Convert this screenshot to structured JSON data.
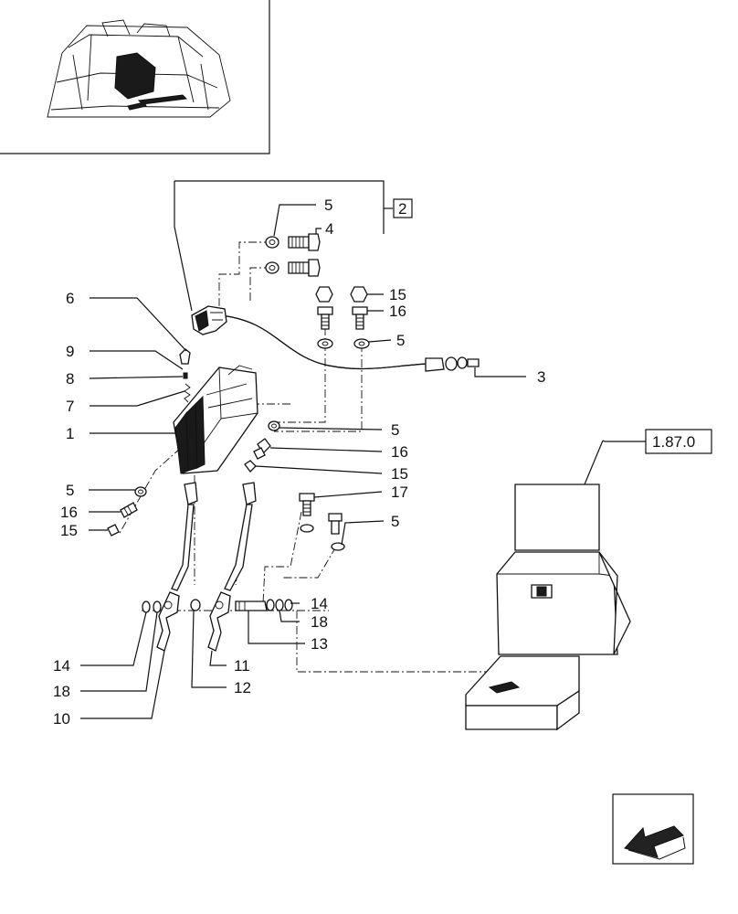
{
  "callouts": {
    "c1": "1",
    "c2": "2",
    "c3": "3",
    "c4": "4",
    "c5a": "5",
    "c5b": "5",
    "c5c": "5",
    "c5d": "5",
    "c5e": "5",
    "c6": "6",
    "c7": "7",
    "c8": "8",
    "c9": "9",
    "c10": "10",
    "c11": "11",
    "c12": "12",
    "c13": "13",
    "c14a": "14",
    "c14b": "14",
    "c15a": "15",
    "c15b": "15",
    "c15c": "15",
    "c16a": "16",
    "c16b": "16",
    "c16c": "16",
    "c17": "17",
    "c18a": "18",
    "c18b": "18"
  },
  "reference": "1.87.0",
  "icons": {
    "nav": "arrow-back-left-icon"
  }
}
